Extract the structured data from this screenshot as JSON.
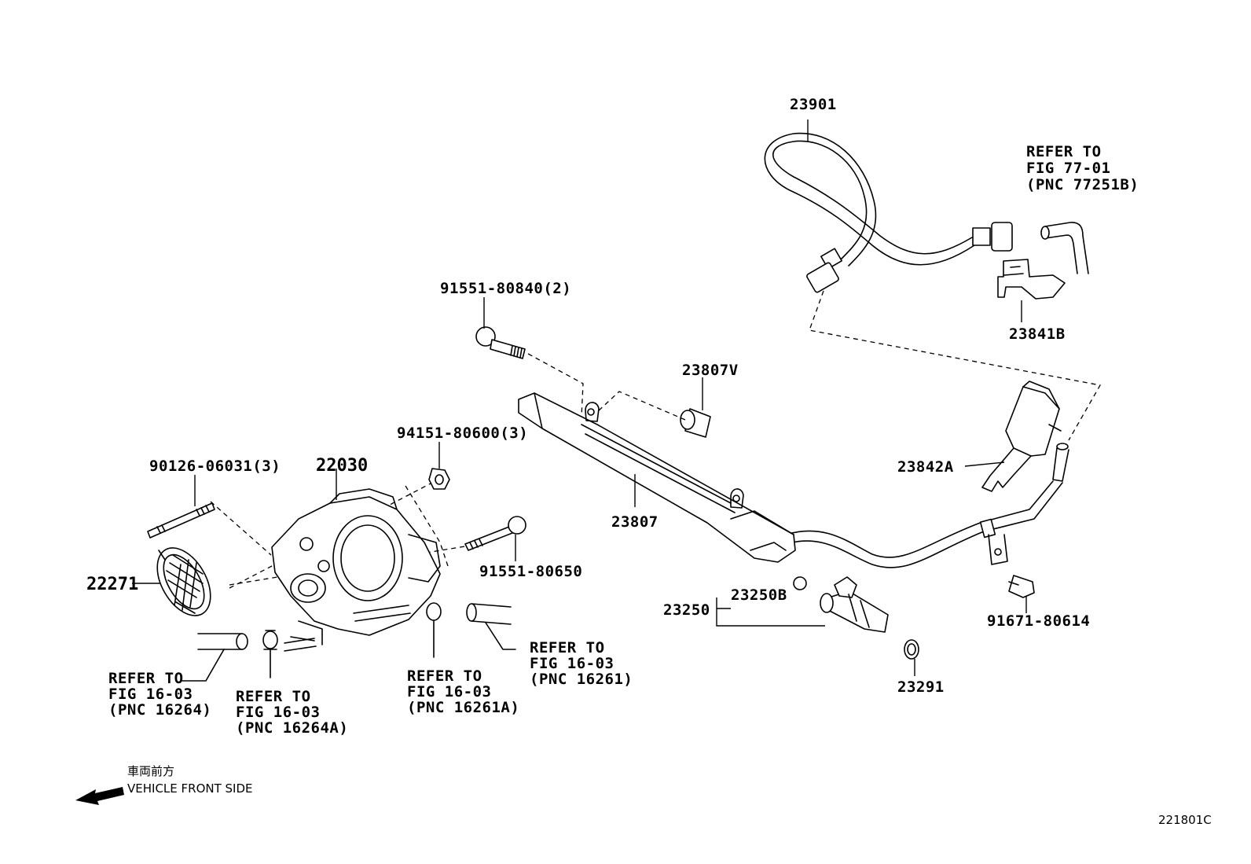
{
  "parts": {
    "p23901": "23901",
    "p23841b": "23841B",
    "p23807v": "23807V",
    "p23842a": "23842A",
    "p23807": "23807",
    "p22030": "22030",
    "p22271": "22271",
    "p23250": "23250",
    "p23250b": "23250B",
    "p23291": "23291",
    "p91551_80840": "91551-80840(2)",
    "p94151_80600": "94151-80600(3)",
    "p90126_06031": "90126-06031(3)",
    "p91551_80650": "91551-80650",
    "p91671_80614": "91671-80614"
  },
  "refs": {
    "r77251b": [
      "REFER TO",
      "FIG 77-01",
      "(PNC 77251B)"
    ],
    "r16264": [
      "REFER TO",
      "FIG 16-03",
      "(PNC 16264)"
    ],
    "r16264a": [
      "REFER TO",
      "FIG 16-03",
      "(PNC 16264A)"
    ],
    "r16261a": [
      "REFER TO",
      "FIG 16-03",
      "(PNC 16261A)"
    ],
    "r16261": [
      "REFER TO",
      "FIG 16-03",
      "(PNC 16261)"
    ]
  },
  "orientation": {
    "jp": "車両前方",
    "en": "VEHICLE FRONT SIDE"
  },
  "figure_id": "221801C"
}
